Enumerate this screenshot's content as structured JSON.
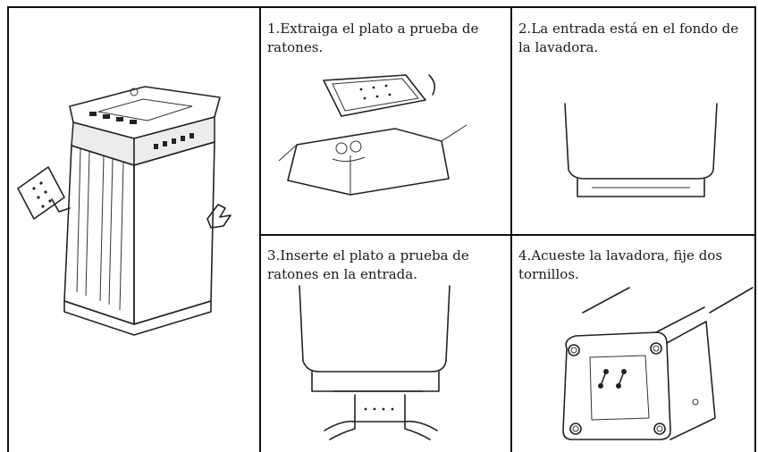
{
  "steps": [
    {
      "number": "1.",
      "text": "Extraiga el plato a prueba de ratones."
    },
    {
      "number": "2.",
      "text": "La entrada está en el fondo de la lavadora."
    },
    {
      "number": "3.",
      "text": "Inserte el plato a prueba de ratones en la entrada."
    },
    {
      "number": "4.",
      "text": "Acueste la lavadora, fije dos tornillos."
    }
  ]
}
